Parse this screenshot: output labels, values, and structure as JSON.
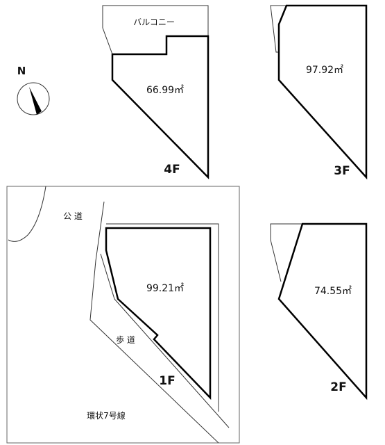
{
  "floors": {
    "f4": {
      "label": "4F",
      "area": "66.99㎡",
      "balcony": "バルコニー"
    },
    "f3": {
      "label": "3F",
      "area": "97.92㎡"
    },
    "f2": {
      "label": "2F",
      "area": "74.55㎡"
    },
    "f1": {
      "label": "1F",
      "area": "99.21㎡"
    }
  },
  "site_labels": {
    "public_road": "公 道",
    "sidewalk": "歩 道",
    "ring_road": "環状7号線"
  },
  "compass": {
    "label": "N"
  }
}
